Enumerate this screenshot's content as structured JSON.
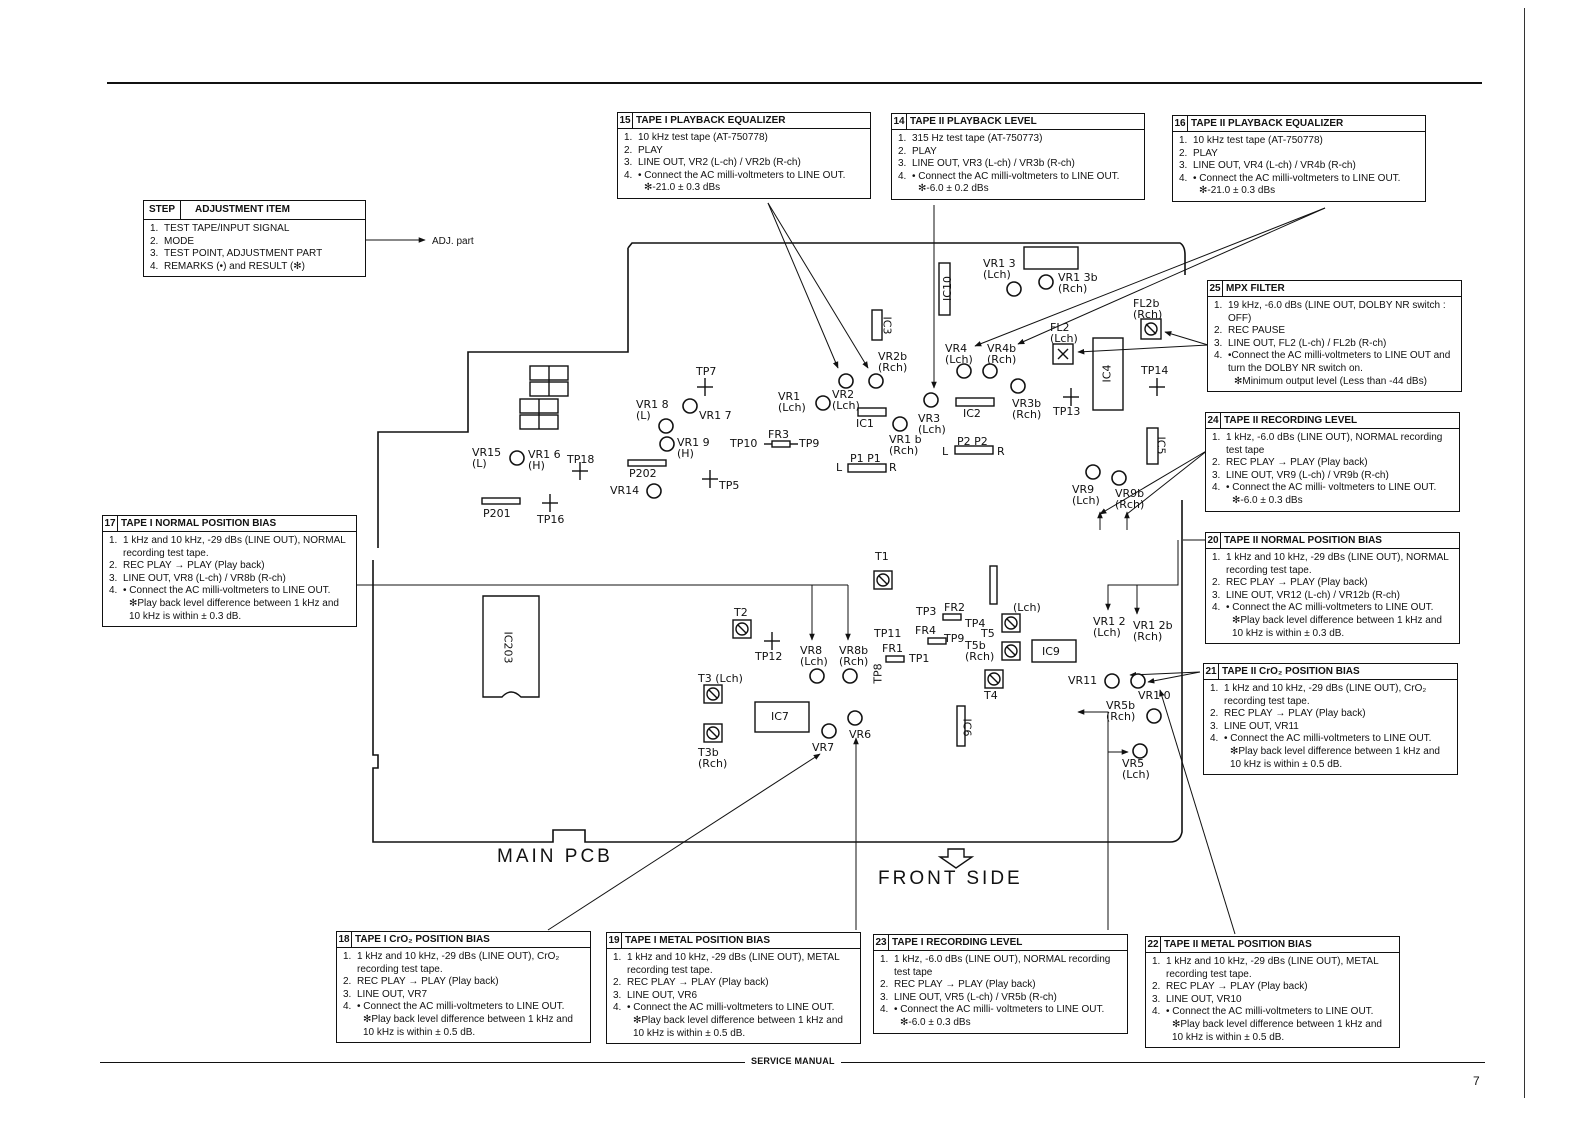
{
  "page": {
    "footer": "SERVICE MANUAL",
    "page_number": "7",
    "pcb_label": "MAIN PCB",
    "front_label": "FRONT SIDE"
  },
  "legend": {
    "step": "STEP",
    "adjustment_item": "ADJUSTMENT ITEM",
    "items": [
      "TEST TAPE/INPUT SIGNAL",
      "MODE",
      "TEST POINT, ADJUSTMENT PART",
      "REMARKS (•) and RESULT (✻)"
    ],
    "arrow_label": "ADJ. part"
  },
  "steps": {
    "s15": {
      "num": "15",
      "title": "TAPE I PLAYBACK EQUALIZER",
      "items": [
        "10 kHz test tape (AT-750778)",
        "PLAY",
        "LINE OUT, VR2 (L-ch) / VR2b (R-ch)",
        "• Connect the AC milli-voltmeters to LINE OUT."
      ],
      "remark": "✻-21.0 ± 0.3 dBs"
    },
    "s14": {
      "num": "14",
      "title": "TAPE II PLAYBACK LEVEL",
      "items": [
        "315 Hz test tape (AT-750773)",
        "PLAY",
        "LINE OUT, VR3 (L-ch) / VR3b (R-ch)",
        "• Connect the AC milli-voltmeters to LINE OUT."
      ],
      "remark": "✻-6.0 ± 0.2 dBs"
    },
    "s16": {
      "num": "16",
      "title": "TAPE II PLAYBACK EQUALIZER",
      "items": [
        "10 kHz test tape (AT-750778)",
        "PLAY",
        "LINE OUT, VR4 (L-ch) / VR4b (R-ch)",
        "• Connect the AC milli-voltmeters to LINE OUT."
      ],
      "remark": "✻-21.0 ± 0.3 dBs"
    },
    "s25": {
      "num": "25",
      "title": "MPX FILTER",
      "items": [
        "19 kHz, -6.0 dBs (LINE OUT, DOLBY NR switch : OFF)",
        "REC PAUSE",
        "LINE OUT, FL2 (L-ch) / FL2b (R-ch)",
        "•Connect the AC milli-voltmeters to LINE OUT and turn the DOLBY NR switch on."
      ],
      "remark": "✻Minimum output level (Less than -44 dBs)"
    },
    "s24": {
      "num": "24",
      "title": "TAPE II RECORDING LEVEL",
      "items": [
        "1 kHz, -6.0 dBs (LINE OUT), NORMAL recording test tape",
        "REC PLAY → PLAY (Play back)",
        "LINE OUT, VR9 (L-ch) / VR9b (R-ch)",
        "• Connect the AC milli- voltmeters to LINE OUT."
      ],
      "remark": "✻-6.0 ± 0.3 dBs"
    },
    "s20": {
      "num": "20",
      "title": "TAPE II NORMAL POSITION BIAS",
      "items": [
        "1 kHz and 10 kHz, -29 dBs (LINE OUT), NORMAL recording test tape.",
        "REC PLAY → PLAY (Play back)",
        "LINE OUT, VR12 (L-ch) / VR12b (R-ch)",
        "• Connect the AC milli-voltmeters to LINE OUT."
      ],
      "remark": "✻Play back level difference between 1 kHz and 10 kHz is within ± 0.3 dB."
    },
    "s21": {
      "num": "21",
      "title": "TAPE II CrO₂ POSITION BIAS",
      "items": [
        "1 kHz and 10 kHz, -29 dBs (LINE OUT), CrO₂ recording test tape.",
        "REC PLAY → PLAY (Play back)",
        "LINE OUT, VR11",
        "• Connect the AC milli-voltmeters to LINE OUT."
      ],
      "remark": "✻Play back level difference between 1 kHz and 10 kHz is within ± 0.5 dB."
    },
    "s17": {
      "num": "17",
      "title": "TAPE I NORMAL POSITION BIAS",
      "items": [
        "1 kHz and 10 kHz, -29 dBs (LINE OUT), NORMAL recording test tape.",
        "REC PLAY → PLAY (Play back)",
        "LINE OUT, VR8 (L-ch) / VR8b (R-ch)",
        "• Connect the AC milli-voltmeters to LINE OUT."
      ],
      "remark": "✻Play back level difference between 1 kHz and 10 kHz is within ± 0.3 dB."
    },
    "s18": {
      "num": "18",
      "title": "TAPE I CrO₂ POSITION BIAS",
      "items": [
        "1 kHz and 10 kHz, -29 dBs (LINE OUT), CrO₂ recording test tape.",
        "REC PLAY → PLAY (Play back)",
        "LINE OUT, VR7",
        "• Connect the AC milli-voltmeters to LINE OUT."
      ],
      "remark": "✻Play back level difference between 1 kHz and 10 kHz is within ± 0.5 dB."
    },
    "s19": {
      "num": "19",
      "title": "TAPE I METAL POSITION BIAS",
      "items": [
        "1 kHz and 10 kHz, -29 dBs (LINE OUT), METAL recording test tape.",
        "REC PLAY → PLAY (Play back)",
        "LINE OUT, VR6",
        "• Connect the AC milli-voltmeters to LINE OUT."
      ],
      "remark": "✻Play back level difference between 1 kHz and 10 kHz is within ± 0.5 dB."
    },
    "s23": {
      "num": "23",
      "title": "TAPE I RECORDING LEVEL",
      "items": [
        "1 kHz, -6.0 dBs (LINE OUT), NORMAL recording test tape",
        "REC PLAY → PLAY (Play back)",
        "LINE OUT, VR5 (L-ch) / VR5b (R-ch)",
        "• Connect the AC milli- voltmeters to LINE OUT."
      ],
      "remark": "✻-6.0 ± 0.3 dBs"
    },
    "s22": {
      "num": "22",
      "title": "TAPE II METAL POSITION BIAS",
      "items": [
        "1 kHz and 10 kHz, -29 dBs (LINE OUT), METAL recording test tape.",
        "REC PLAY → PLAY (Play back)",
        "LINE OUT, VR10",
        "• Connect the AC milli-voltmeters to LINE OUT."
      ],
      "remark": "✻Play back level difference between 1 kHz and 10 kHz is within ± 0.5 dB."
    }
  },
  "components": {
    "vr13": "VR1 3\n(Lch)",
    "vr13b": "VR1 3b\n(Rch)",
    "ic10": "IC10",
    "ic3": "IC3",
    "fl2b": "FL2b\n(Rch)",
    "fl2": "FL2\n(Lch)",
    "ic4": "IC4",
    "tp14": "TP14",
    "vr2b": "VR2b\n(Rch)",
    "vr4": "VR4\n(Lch)",
    "vr4b": "VR4b\n(Rch)",
    "tp7": "TP7",
    "vr18": "VR1 8\n(L)",
    "vr17": "VR1 7",
    "vr1": "VR1\n(Lch)",
    "vr2": "VR2\n(Lch)",
    "ic1": "IC1",
    "vr3": "VR3\n(Lch)",
    "ic2": "IC2",
    "vr3b": "VR3b\n(Rch)",
    "tp13": "TP13",
    "vr19": "VR1 9\n(H)",
    "tp10": "TP10",
    "fr3": "FR3",
    "tp9a": "TP9",
    "vr1b": "VR1 b\n(Rch)",
    "p2": "P2 P2",
    "p2l": "L",
    "p2r": "R",
    "ic5": "IC5",
    "vr15": "VR15\n(L)",
    "vr16": "VR1 6\n(H)",
    "tp18": "TP18",
    "p202": "P202",
    "p1": "P1 P1",
    "p1l": "L",
    "p1r": "R",
    "vr14": "VR14",
    "tp5": "TP5",
    "p201": "P201",
    "tp16": "TP16",
    "vr9": "VR9\n(Lch)",
    "vr9b": "VR9b\n(Rch)",
    "t1": "T1",
    "ic203": "IC203",
    "t2": "T2",
    "tp12": "TP12",
    "tp3": "TP3",
    "fr2": "FR2",
    "tp4": "TP4",
    "lch_t5": "(Lch)",
    "t5": "T5",
    "tp11": "TP11",
    "fr4": "FR4",
    "tp9b": "TP9",
    "fr1": "FR1",
    "tp1": "TP1",
    "vr8": "VR8\n(Lch)",
    "vr8b": "VR8b\n(Rch)",
    "tp8": "TP8",
    "t5b": "T5b\n(Rch)",
    "ic9": "IC9",
    "vr12": "VR1 2\n(Lch)",
    "vr12b": "VR1 2b\n(Rch)",
    "t3": "T3 (Lch)",
    "t4": "T4",
    "vr11": "VR11",
    "vr10": "VR1 0",
    "vr5b": "VR5b\n(Rch)",
    "ic7": "IC7",
    "ic6": "IC6",
    "vr7": "VR7",
    "vr6": "VR6",
    "t3b": "T3b\n(Rch)",
    "vr5": "VR5\n(Lch)"
  }
}
